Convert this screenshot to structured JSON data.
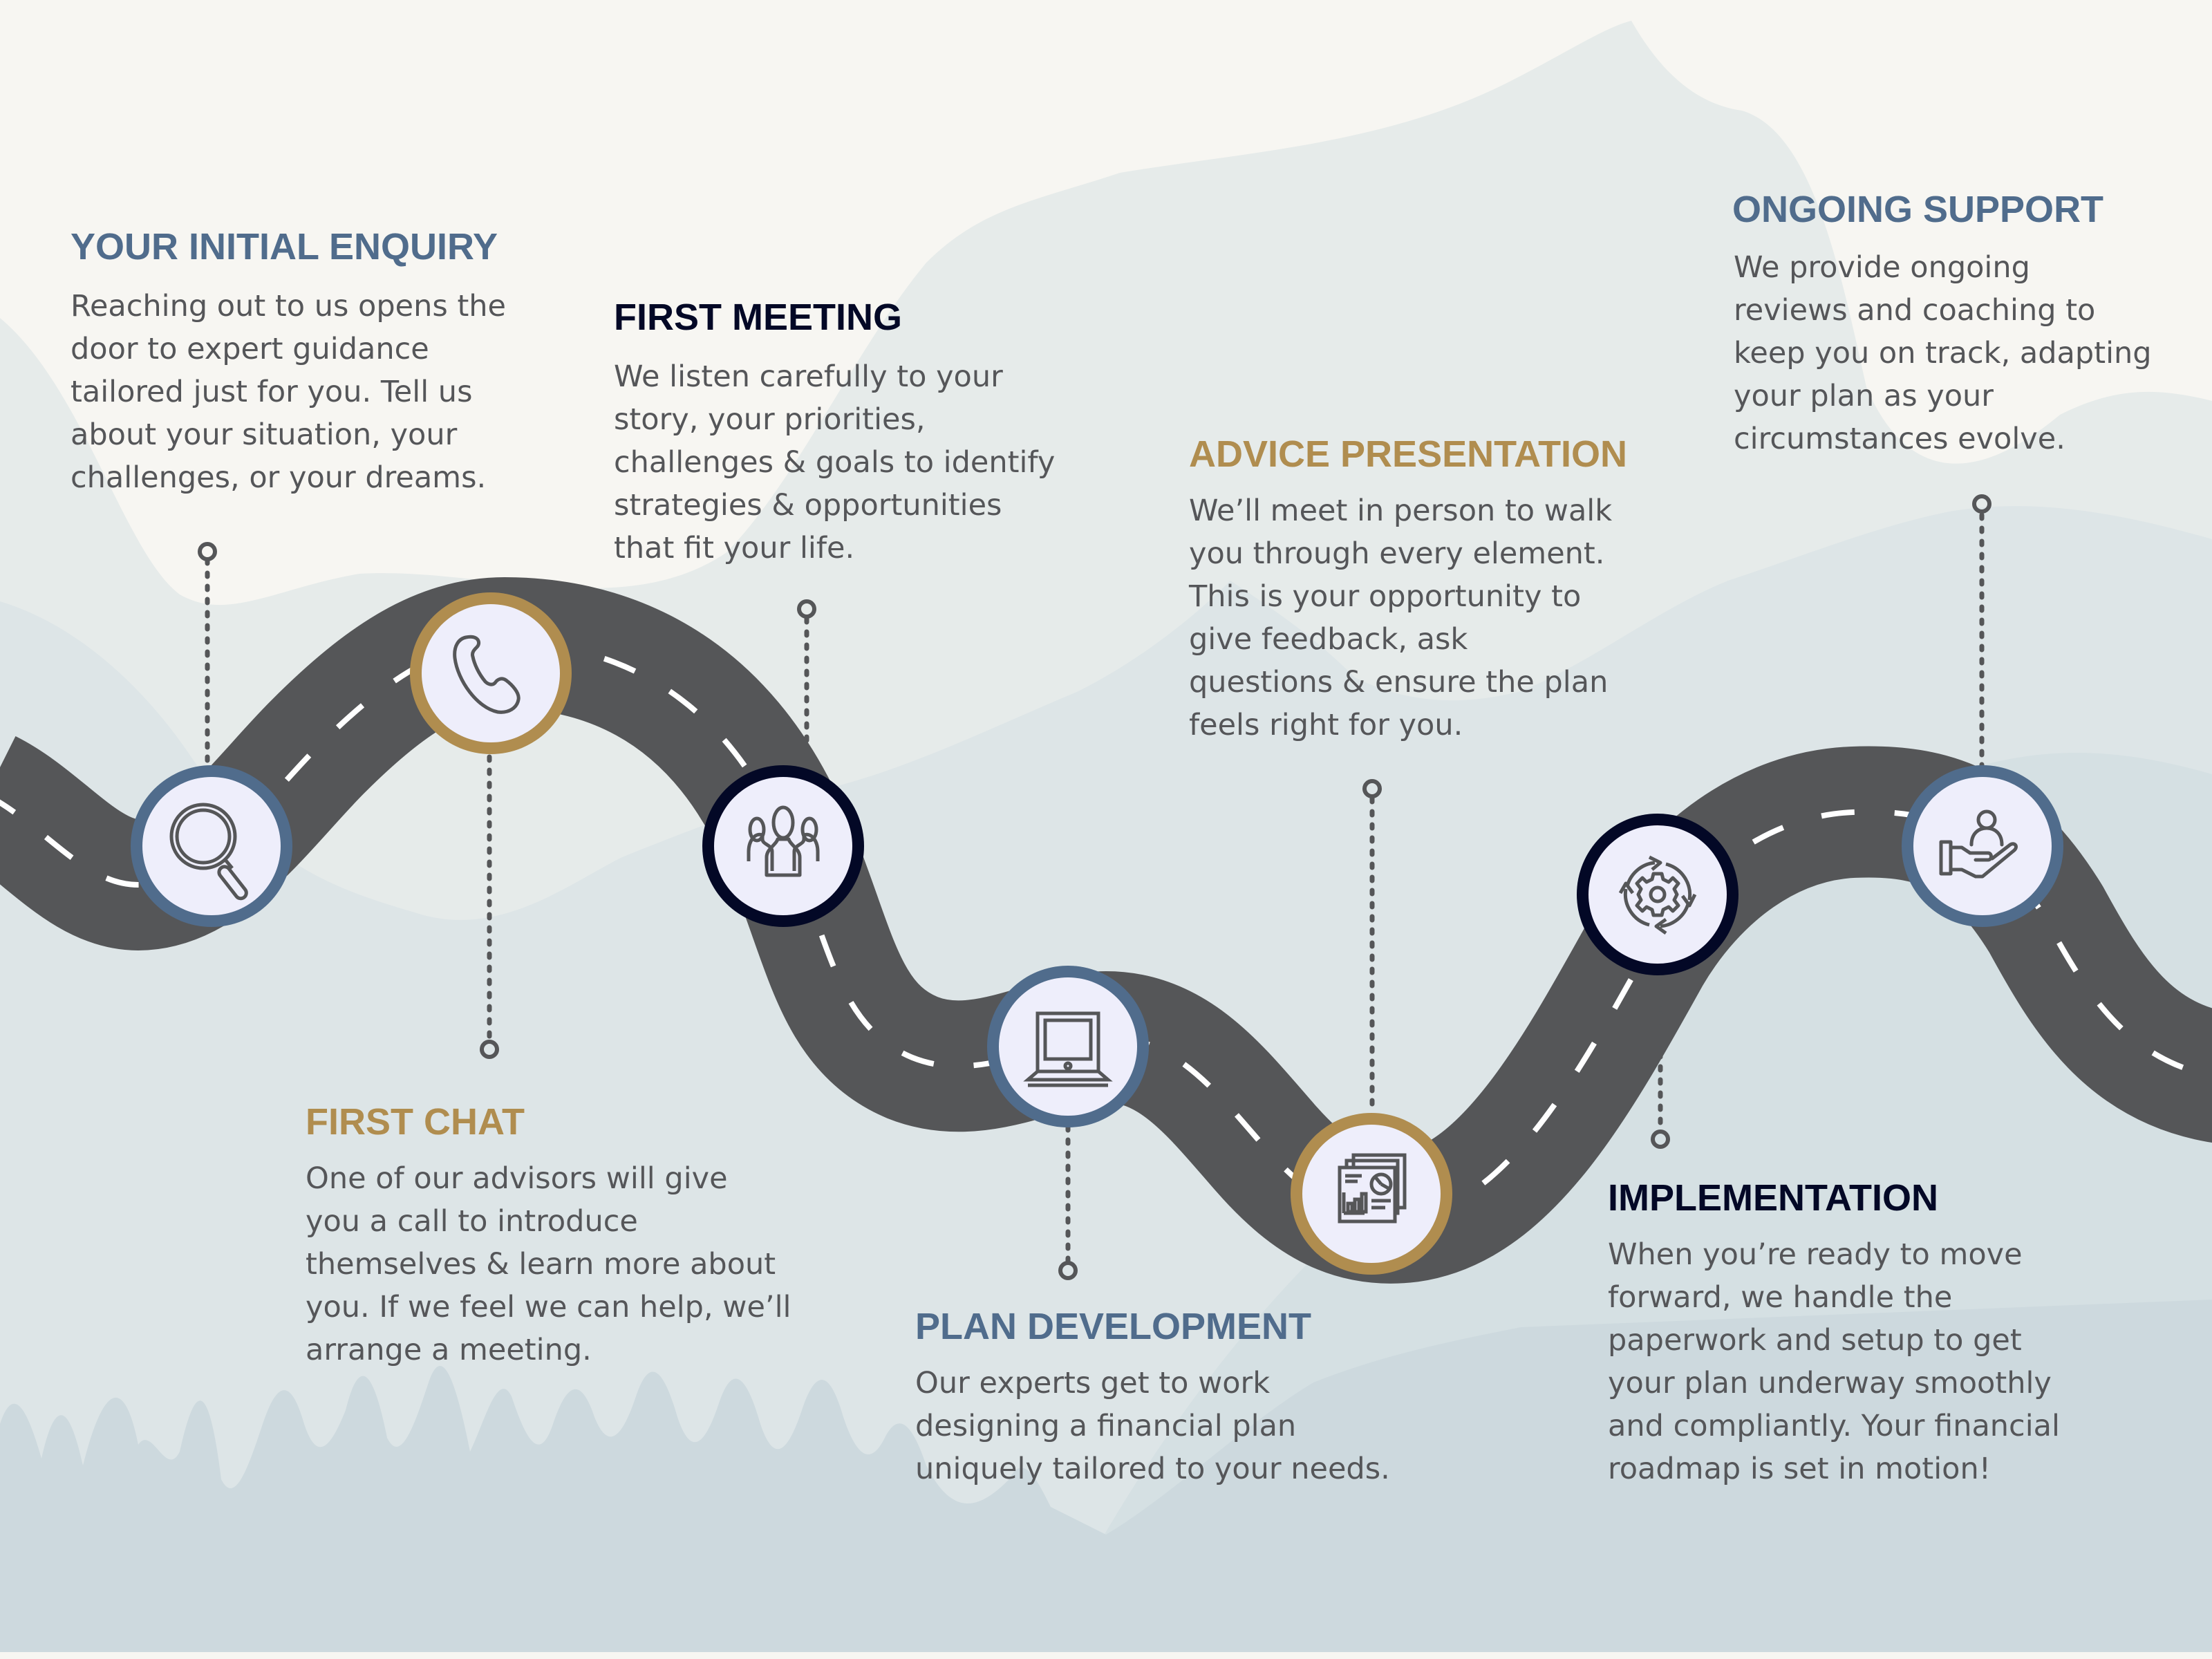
{
  "colors": {
    "background": "#f7f6f2",
    "mountain_light": "#e5eaea",
    "mountain_mid": "#dbe3e5",
    "mountain_dark": "#cfdce0",
    "road": "#555658",
    "road_marking": "#ffffff",
    "circle_fill": "#eeeefb",
    "ring_blue": "#506c8c",
    "ring_gold": "#b08d4f",
    "ring_navy": "#030826",
    "connector": "#555658",
    "body_text": "#555659"
  },
  "steps": [
    {
      "id": "initial-enquiry",
      "title": "YOUR INITIAL ENQUIRY",
      "title_color": "blue",
      "icon": "search-icon",
      "ring": "blue",
      "body": [
        "Reaching out to us opens the",
        "door to expert guidance",
        "tailored just for you. Tell us",
        "about your situation, your",
        "challenges, or your dreams."
      ]
    },
    {
      "id": "first-chat",
      "title": "FIRST CHAT",
      "title_color": "gold",
      "icon": "phone-icon",
      "ring": "gold",
      "body": [
        "One of our advisors will give",
        "you a call to introduce",
        "themselves & learn more about",
        "you. If we feel we can help, we’ll",
        "arrange a meeting."
      ]
    },
    {
      "id": "first-meeting",
      "title": "FIRST MEETING",
      "title_color": "navy",
      "icon": "people-group-icon",
      "ring": "navy",
      "body": [
        "We listen carefully to your",
        "story, your priorities,",
        "challenges & goals to identify",
        "strategies & opportunities",
        "that fit your life."
      ]
    },
    {
      "id": "plan-development",
      "title": "PLAN DEVELOPMENT",
      "title_color": "blue",
      "icon": "laptop-icon",
      "ring": "blue",
      "body": [
        "Our experts get to work",
        "designing a financial plan",
        "uniquely tailored to your needs."
      ]
    },
    {
      "id": "advice-presentation",
      "title": "ADVICE PRESENTATION",
      "title_color": "gold",
      "icon": "presentation-report-icon",
      "ring": "gold",
      "body": [
        "We’ll meet in person to walk",
        "you through every element.",
        "This is your opportunity to",
        "give feedback, ask",
        "questions & ensure the plan",
        "feels right for you."
      ]
    },
    {
      "id": "implementation",
      "title": "IMPLEMENTATION",
      "title_color": "navy",
      "icon": "gear-cycle-icon",
      "ring": "navy",
      "body": [
        "When you’re ready to move",
        "forward, we handle the",
        "paperwork and setup to get",
        "your plan underway smoothly",
        "and compliantly. Your financial",
        "roadmap is set in motion!"
      ]
    },
    {
      "id": "ongoing-support",
      "title": "ONGOING SUPPORT",
      "title_color": "blue",
      "icon": "hand-person-icon",
      "ring": "blue",
      "body": [
        "We provide ongoing",
        "reviews and coaching to",
        "keep you on track, adapting",
        "your plan as your",
        "circumstances evolve."
      ]
    }
  ]
}
